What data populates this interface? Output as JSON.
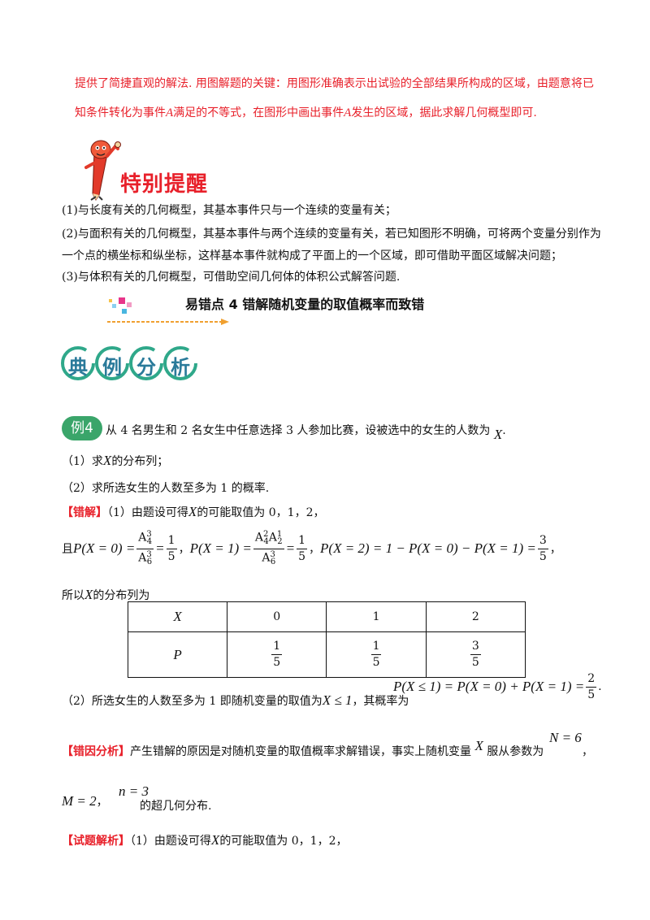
{
  "intro": {
    "line1": "提供了简捷直观的解法. 用图解题的关键：用图形准确表示出试验的全部结果所构成的区域，由题意将已",
    "line2_a": "知条件转化为事件",
    "line2_b": "A",
    "line2_c": "满足的不等式，在图形中画出事件",
    "line2_d": "A",
    "line2_e": "发生的区域，据此求解几何概型即可."
  },
  "reminder": {
    "title": "特别提醒",
    "items": [
      "(1)与长度有关的几何概型，其基本事件只与一个连续的变量有关；",
      "(2)与面积有关的几何概型，其基本事件与两个连续的变量有关，若已知图形不明确，可将两个变量分别作为",
      "一个点的横坐标和纵坐标，这样基本事件就构成了平面上的一个区域，即可借助平面区域解决问题；",
      "(3)与体积有关的几何概型，可借助空间几何体的体积公式解答问题."
    ]
  },
  "section": {
    "title": "易错点 4  错解随机变量的取值概率而致错"
  },
  "banner": {
    "chars": [
      "典",
      "例",
      "分",
      "析"
    ]
  },
  "example": {
    "badge": "例4",
    "statement": "从 4 名男生和 2 名女生中任意选择 3 人参加比赛，设被选中的女生的人数为",
    "var": "X",
    "end": ".",
    "q1_a": "（1）求",
    "q1_b": "的分布列；",
    "q2": "（2）求所选女生的人数至多为 1 的概率."
  },
  "wrong": {
    "label": "【错解】",
    "line1_a": "（1）由题设可得",
    "line1_b": "的可能取值为 0，1，2，",
    "qie": "且",
    "f1_lhs": "P(X = 0) =",
    "f1_n": "A",
    "f1_n_sup": "3",
    "f1_n_sub": "4",
    "f1_d": "A",
    "f1_d_sup": "3",
    "f1_d_sub": "6",
    "f1_eq": "=",
    "f1_num": "1",
    "f1_den": "5",
    "sep1": "，",
    "f2_lhs": "P(X = 1) =",
    "f2_n1": "A",
    "f2_n1_sup": "2",
    "f2_n1_sub": "4",
    "f2_n2": "A",
    "f2_n2_sup": "1",
    "f2_n2_sub": "2",
    "f2_d": "A",
    "f2_d_sup": "3",
    "f2_d_sub": "6",
    "f2_eq": "=",
    "f2_num": "1",
    "f2_den": "5",
    "sep2": "，",
    "f3_lhs": "P(X = 2) = 1 − P(X = 0) − P(X = 1) =",
    "f3_num": "3",
    "f3_den": "5",
    "sep3": "，",
    "dist_intro_a": "所以",
    "dist_intro_b": "的分布列为",
    "table": {
      "header": [
        "X",
        "0",
        "1",
        "2"
      ],
      "row_label": "P",
      "fracs": [
        [
          "1",
          "5"
        ],
        [
          "1",
          "5"
        ],
        [
          "3",
          "5"
        ]
      ]
    },
    "part2_a": "（2）所选女生的人数至多为 1 即随机变量的取值为",
    "part2_cond": "X ≤ 1",
    "part2_b": "，其概率为",
    "part2_formula": "P(X ≤ 1) = P(X = 0) + P(X = 1) =",
    "part2_num": "2",
    "part2_den": "5",
    "part2_end": "."
  },
  "analysis": {
    "label": "【错因分析】",
    "text_a": "产生错解的原因是对随机变量的取值概率求解错误，事实上随机变量",
    "var": "X",
    "text_b": "服从参数为",
    "N": "N = 6",
    "comma": "，",
    "M": "M = 2",
    "comma2": "，",
    "n": "n = 3",
    "text_c": "的超几何分布."
  },
  "solution": {
    "label": "【试题解析】",
    "text_a": "（1）由题设可得",
    "var": "X",
    "text_b": "的可能取值为 0，1，2，"
  },
  "colors": {
    "red": "#e8202a",
    "teal": "#2fa88a",
    "badge": "#3aa56a"
  }
}
